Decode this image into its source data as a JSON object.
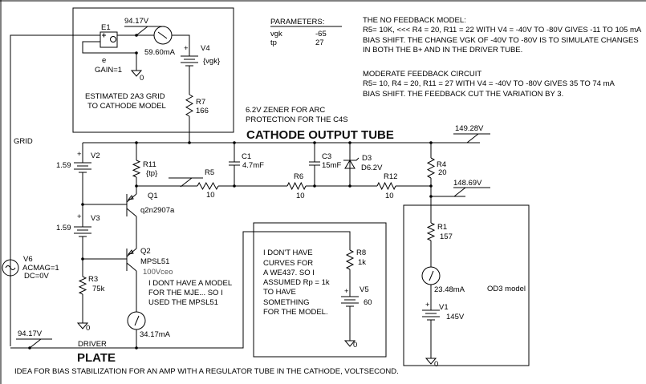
{
  "top_box": {
    "e1": "E1",
    "probe_v": "94.17V",
    "meter": "59.60mA",
    "e": "e",
    "gain": "GAIN=1",
    "ground": "0",
    "v4": "V4",
    "v4_val": "{vgk}",
    "r7": "R7",
    "r7_val": "166",
    "note1": "ESTIMATED 2A3 GRID",
    "note2": "TO CATHODE MODEL"
  },
  "parameters": {
    "title": "PARAMETERS:",
    "rows": [
      {
        "name": "vgk",
        "value": "-65"
      },
      {
        "name": "tp",
        "value": "27"
      }
    ]
  },
  "notes": {
    "no_feedback": [
      "THE NO FEEDBACK MODEL:",
      "R5= 10K, <<< R4 = 20, R11 = 22  WITH V4 = -40V TO -80V GIVES -11 TO 105 mA",
      "BIAS SHIFT. THE CHANGE VGK OF -40V TO -80V IS TO SIMULATE CHANGES",
      "IN BOTH THE B+ AND IN THE DRIVER TUBE."
    ],
    "moderate": [
      "MODERATE FEEDBACK CIRCUIT",
      "R5= 10, R4 = 20, R11 = 27 WITH V4 = -40V TO -80V GIVES 35 TO 74 mA",
      "BIAS SHIFT. THE FEEDBACK CUT THE VARIATION BY 3."
    ],
    "zener": [
      "6.2V ZENER FOR ARC",
      "PROTECTION FOR THE C4S"
    ],
    "cathode": "CATHODE OUTPUT TUBE",
    "grid": "GRID",
    "driver": "DRIVER",
    "plate": "PLATE",
    "caption": "IDEA FOR BIAS STABILIZATION FOR AN AMP WITH A REGULATOR TUBE IN THE CATHODE, VOLTSECOND.",
    "mje": [
      "I DONT HAVE A MODEL",
      "FOR THE MJE... SO I",
      "USED THE MPSL51"
    ],
    "we437": [
      "I DON'T HAVE",
      "CURVES FOR",
      "A WE437. SO I",
      "ASSUMED Rp = 1k",
      "TO HAVE",
      "SOMETHING",
      "FOR THE MODEL."
    ]
  },
  "components": {
    "v2": "V2",
    "v2_val": "1.59",
    "v3": "V3",
    "v3_val": "1.59",
    "r3": "R3",
    "r3_val": "75k",
    "ground": "0",
    "v6": "V6",
    "v6_acmag": "ACMAG=1",
    "v6_dc": "DC=0V",
    "r11": "R11",
    "r11_val": "{tp}",
    "r5": "R5",
    "r5_val": "10",
    "q1": "Q1",
    "q1_model": "q2n2907a",
    "q2": "Q2",
    "q2_model": "MPSL51",
    "q2_vceo": "100Vceo",
    "meter_q2": "34.17mA",
    "probe_plate": "94.17V",
    "c1": "C1",
    "c1_val": "4.7mF",
    "r6": "R6",
    "r6_val": "10",
    "c3": "C3",
    "c3_val": "15mF",
    "d3": "D3",
    "d3_val": "D6.2V",
    "r12": "R12",
    "r12_val": "10",
    "r4": "R4",
    "r4_val": "20",
    "probe_rail": "149.28V",
    "probe_r4": "148.69V",
    "r8": "R8",
    "r8_val": "1k",
    "v5": "V5",
    "v5_val": "60",
    "r1": "R1",
    "r1_val": "157",
    "meter_od3": "23.48mA",
    "v1": "V1",
    "v1_val": "145V",
    "od3": "OD3 model"
  }
}
